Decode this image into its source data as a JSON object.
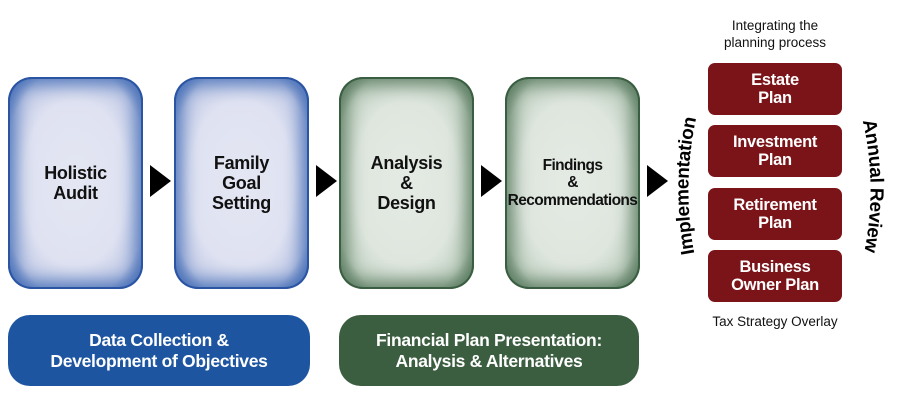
{
  "steps": [
    {
      "label": "Holistic\nAudit",
      "color": "blue"
    },
    {
      "label": "Family\nGoal\nSetting",
      "color": "blue"
    },
    {
      "label": "Analysis\n&\nDesign",
      "color": "green"
    },
    {
      "label": "Findings\n&\nRecommendations",
      "color": "green"
    }
  ],
  "bands": {
    "data_collection": "Data Collection &\nDevelopment of Objectives",
    "presentation": "Financial Plan Presentation:\nAnalysis & Alternatives"
  },
  "integration": {
    "heading": "Integrating the\nplanning process",
    "plans": [
      "Estate\nPlan",
      "Investment\nPlan",
      "Retirement\nPlan",
      "Business\nOwner Plan"
    ],
    "footer": "Tax Strategy Overlay",
    "left_label": "Implementation",
    "right_label": "Annual Review"
  },
  "colors": {
    "blue": "#1d55a0",
    "green": "#3b5e40",
    "plan_red": "#7b1418"
  }
}
